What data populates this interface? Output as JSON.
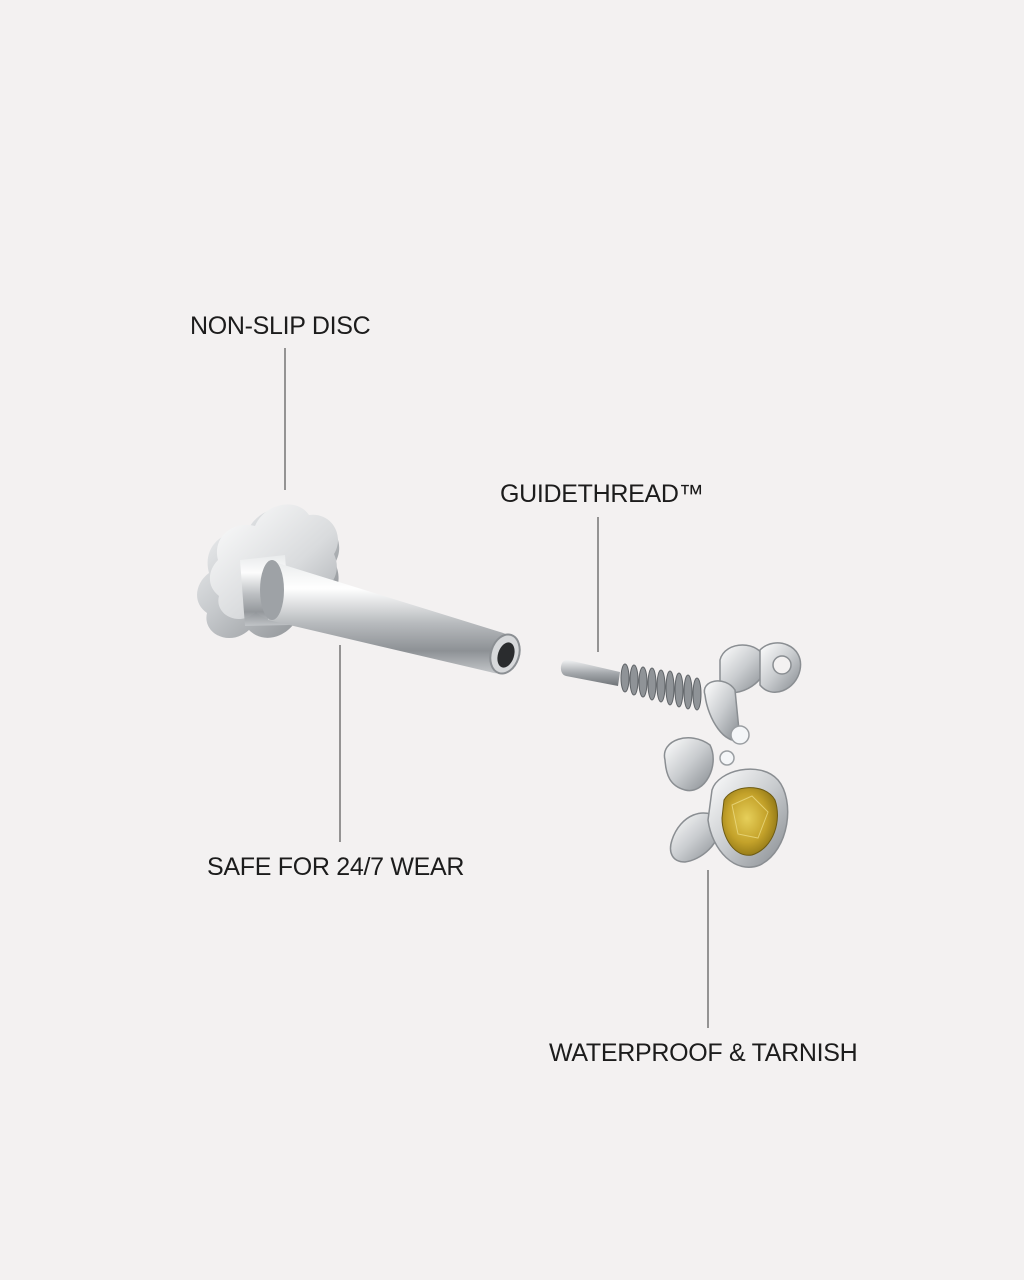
{
  "labels": {
    "disc": "NON-SLIP DISC",
    "guidethread": "GUIDETHREAD™",
    "safe": "SAFE FOR 24/7 WEAR",
    "waterproof": "WATERPROOF & TARNISH"
  },
  "colors": {
    "background": "#f3f1f1",
    "text": "#1c1c1c",
    "metal": "#c9cbcd",
    "gem": "#c9a928"
  }
}
